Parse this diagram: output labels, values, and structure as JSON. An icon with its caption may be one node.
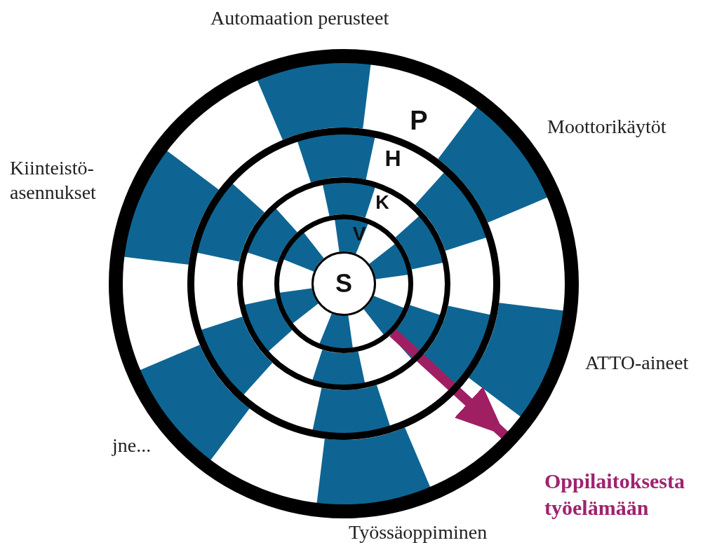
{
  "diagram": {
    "nodes": [
      {
        "text": [
          "P"
        ]
      },
      {
        "text": [
          "H"
        ],
        "in": 0
      },
      {
        "text": [
          "K"
        ],
        "in": 1
      },
      {
        "text": [
          "V"
        ],
        "in": 2
      },
      {
        "text": [
          "S"
        ],
        "in": 3
      },
      {
        "text": [
          "Oppilaitoksesta työelämään"
        ]
      }
    ],
    "edges": [
      {
        "from": null,
        "to": 5,
        "arrow": "to",
        "color": "#a01f63"
      }
    ],
    "labels": [
      "Automaation perusteet",
      "Moottorikäytöt",
      "Kiinteistö-asennukset",
      "ATTO-aineet",
      "jne...",
      "Työssäoppiminen"
    ]
  }
}
